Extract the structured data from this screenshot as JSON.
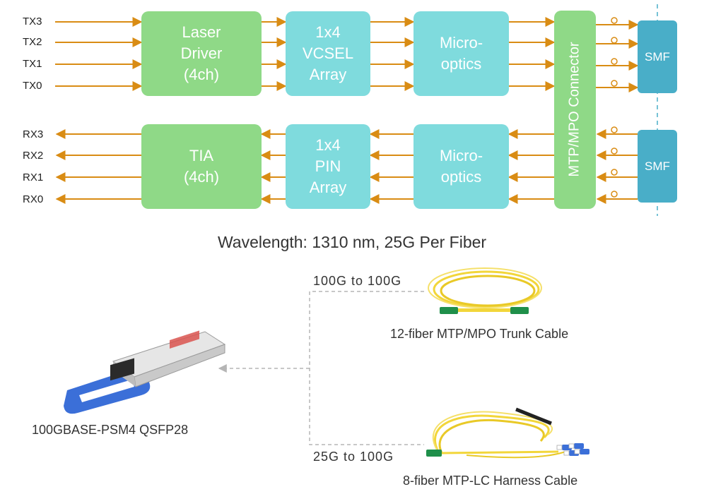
{
  "tx_signals": [
    "TX3",
    "TX2",
    "TX1",
    "TX0"
  ],
  "rx_signals": [
    "RX3",
    "RX2",
    "RX1",
    "RX0"
  ],
  "blocks": {
    "laser_driver": "Laser\nDriver\n(4ch)",
    "vcsel": "1x4\nVCSEL\nArray",
    "micro_optics_tx": "Micro-\noptics",
    "tia": "TIA\n(4ch)",
    "pin": "1x4\nPIN\nArray",
    "micro_optics_rx": "Micro-\noptics",
    "connector": "MTP/MPO Connector",
    "smf_tx": "SMF",
    "smf_rx": "SMF"
  },
  "wavelength_caption": "Wavelength: 1310 nm, 25G Per Fiber",
  "module_label": "100GBASE-PSM4 QSFP28",
  "trunk_rate": "100G to 100G",
  "trunk_cable_label": "12-fiber MTP/MPO Trunk Cable",
  "harness_rate": "25G to 100G",
  "harness_cable_label": "8-fiber MTP-LC Harness Cable",
  "colors": {
    "arrow": "#d98c14",
    "driver_green": "#8fd987",
    "optics_teal": "#7fdbdd",
    "smf_blue": "#49aec8",
    "dashed_gray": "#b5b5b5",
    "cable_yellow": "#f2d63a",
    "pull_tab_blue": "#3b6fd8"
  },
  "icons": {
    "module": "qsfp28-transceiver-icon",
    "trunk": "mtp-trunk-cable-icon",
    "harness": "mtp-lc-harness-cable-icon"
  }
}
